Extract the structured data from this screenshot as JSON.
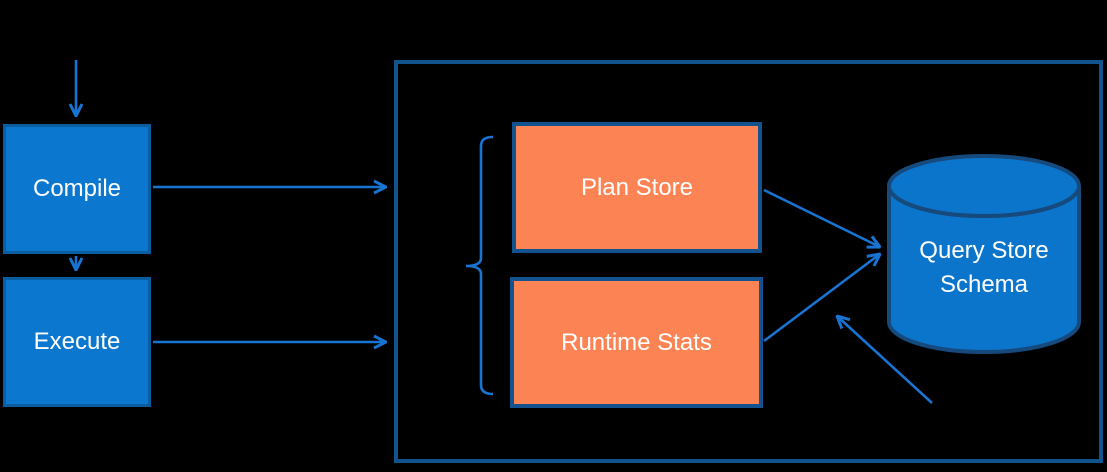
{
  "diagram": {
    "nodes": {
      "compile": {
        "label": "Compile"
      },
      "execute": {
        "label": "Execute"
      },
      "plan_store": {
        "label": "Plan Store"
      },
      "runtime_stats": {
        "label": "Runtime Stats"
      },
      "query_store_schema": {
        "label": "Query Store Schema",
        "lines": [
          "Query Store",
          "Schema"
        ]
      }
    },
    "icons": {
      "left_brace": "{",
      "cylinder": "database-cylinder"
    },
    "colors": {
      "background": "#000000",
      "text": "#FFFFFF",
      "blue_fill": "#0B77CE",
      "blue_border": "#0A5EA0",
      "orange_fill": "#FC8454",
      "orange_border": "#12538F",
      "container_border": "#11538D",
      "arrow": "#1874D2",
      "cylinder_fill": "#0B75CB",
      "cylinder_border": "#16497C"
    }
  }
}
